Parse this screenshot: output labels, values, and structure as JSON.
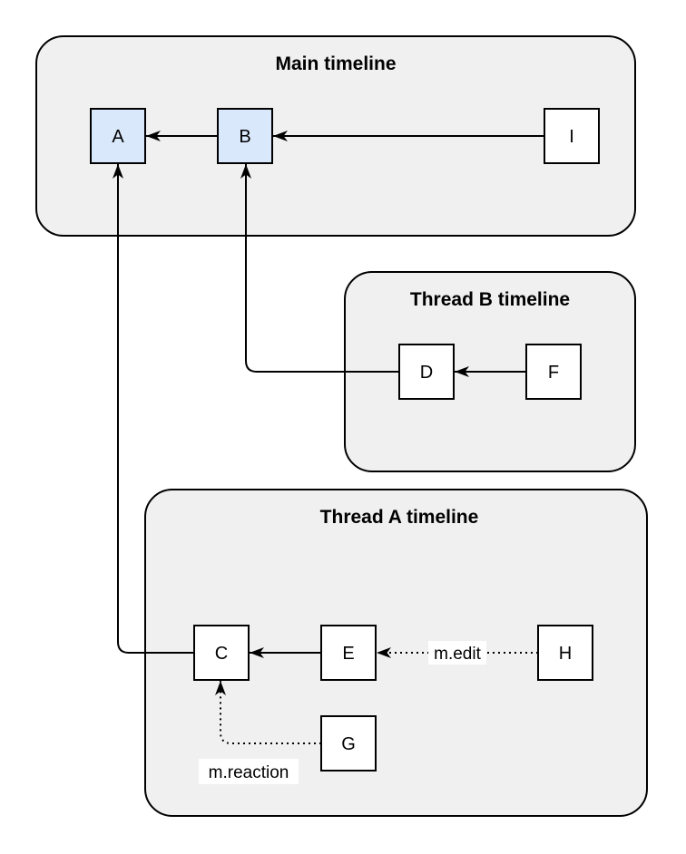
{
  "diagram": {
    "containers": [
      {
        "name": "main-timeline",
        "title": "Main timeline"
      },
      {
        "name": "thread-b-timeline",
        "title": "Thread B timeline"
      },
      {
        "name": "thread-a-timeline",
        "title": "Thread A timeline"
      }
    ],
    "nodes": [
      {
        "id": "A",
        "label": "A",
        "type": "highlighted",
        "container": "main-timeline"
      },
      {
        "id": "B",
        "label": "B",
        "type": "highlighted",
        "container": "main-timeline"
      },
      {
        "id": "I",
        "label": "I",
        "type": "plain",
        "container": "main-timeline"
      },
      {
        "id": "D",
        "label": "D",
        "type": "plain",
        "container": "thread-b-timeline"
      },
      {
        "id": "F",
        "label": "F",
        "type": "plain",
        "container": "thread-b-timeline"
      },
      {
        "id": "C",
        "label": "C",
        "type": "plain",
        "container": "thread-a-timeline"
      },
      {
        "id": "E",
        "label": "E",
        "type": "plain",
        "container": "thread-a-timeline"
      },
      {
        "id": "H",
        "label": "H",
        "type": "plain",
        "container": "thread-a-timeline"
      },
      {
        "id": "G",
        "label": "G",
        "type": "plain",
        "container": "thread-a-timeline"
      }
    ],
    "edges": [
      {
        "from": "B",
        "to": "A",
        "style": "solid",
        "label": ""
      },
      {
        "from": "I",
        "to": "B",
        "style": "solid",
        "label": ""
      },
      {
        "from": "D",
        "to": "B",
        "style": "solid",
        "label": ""
      },
      {
        "from": "F",
        "to": "D",
        "style": "solid",
        "label": ""
      },
      {
        "from": "C",
        "to": "A",
        "style": "solid",
        "label": ""
      },
      {
        "from": "E",
        "to": "C",
        "style": "solid",
        "label": ""
      },
      {
        "from": "H",
        "to": "E",
        "style": "dotted",
        "label": "m.edit"
      },
      {
        "from": "G",
        "to": "C",
        "style": "dotted",
        "label": "m.reaction"
      }
    ],
    "colors": {
      "container_fill": "#f0f0f0",
      "container_stroke": "#000000",
      "node_highlight_fill": "#dae8fc",
      "node_plain_fill": "#ffffff",
      "node_stroke": "#000000",
      "edge_stroke": "#000000",
      "edge_label_bg": "#ffffff"
    }
  }
}
